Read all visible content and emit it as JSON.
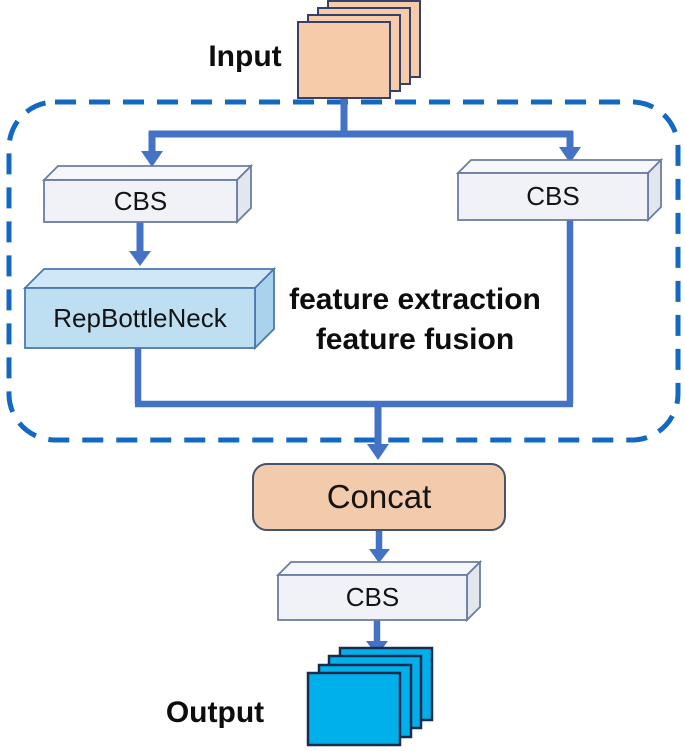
{
  "diagram": {
    "input_label": "Input",
    "output_label": "Output",
    "region_note_line1": "feature extraction",
    "region_note_line2": "feature fusion",
    "nodes": {
      "cbs_left": "CBS",
      "cbs_right": "CBS",
      "rep_bottleneck": "RepBottleNeck",
      "concat": "Concat",
      "cbs_bottom": "CBS"
    },
    "colors": {
      "connector_blue": "#4472c4",
      "dashed_border_blue": "#1268c2",
      "input_stack_fill": "#f6cbaa",
      "input_stack_border": "#35406b",
      "output_stack_fill": "#00b0ea",
      "output_stack_border": "#1c2b4d",
      "cbs_box_fill": "#f0f2f7",
      "cbs_box_border": "#6b7ca3",
      "rep_box_fill": "#bedff2",
      "rep_box_border": "#4a79ab",
      "concat_fill": "#f2cbad",
      "concat_border": "#44536e",
      "text_color": "#0d0d0d"
    }
  }
}
